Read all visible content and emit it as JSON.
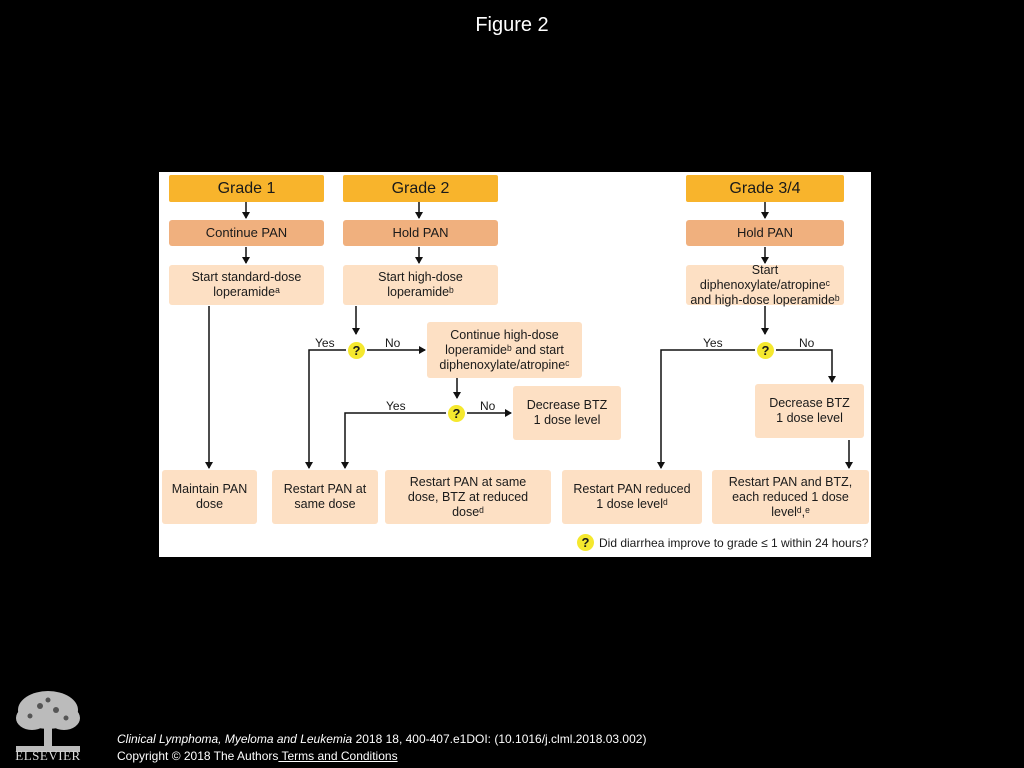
{
  "figure_title": "Figure 2",
  "grades": {
    "g1": "Grade 1",
    "g2": "Grade 2",
    "g34": "Grade 3/4"
  },
  "actions": {
    "continue_pan": "Continue PAN",
    "hold_pan_2": "Hold PAN",
    "hold_pan_34": "Hold PAN"
  },
  "steps": {
    "g1_loperamide": "Start standard-dose\nloperamideᵃ",
    "g2_loperamide": "Start high-dose\nloperamideᵇ",
    "g34_start": "Start diphenoxylate/atropineᶜ\nand high-dose loperamideᵇ",
    "g2_continue": "Continue high-dose\nloperamideᵇ and start\ndiphenoxylate/atropineᶜ",
    "g2_decrease_btz": "Decrease BTZ\n1 dose level",
    "g34_decrease_btz": "Decrease BTZ\n1 dose level"
  },
  "outcomes": {
    "maintain": "Maintain PAN\ndose",
    "restart_same": "Restart PAN at\nsame dose",
    "restart_same_btz": "Restart PAN at same\ndose, BTZ at reduced\ndoseᵈ",
    "restart_reduced": "Restart PAN reduced\n1 dose levelᵈ",
    "restart_both": "Restart PAN and BTZ,\neach reduced 1 dose\nlevelᵈ,ᵉ"
  },
  "branch_labels": {
    "yes": "Yes",
    "no": "No"
  },
  "question_mark": "?",
  "legend": "Did diarrhea improve to grade ≤ 1 within 24 hours?",
  "footer": {
    "journal": "Clinical Lymphoma, Myeloma and Leukemia",
    "citation": " 2018 18, 400-407.e1DOI: (10.1016/j.clml.2018.03.002)",
    "copyright": "Copyright © 2018 The Authors",
    "terms_link": " Terms and Conditions"
  },
  "publisher_logo_text": "ELSEVIER",
  "colors": {
    "grade": "#f8b42c",
    "action": "#f0b07e",
    "step": "#fde0c4",
    "question": "#f5e82e"
  }
}
